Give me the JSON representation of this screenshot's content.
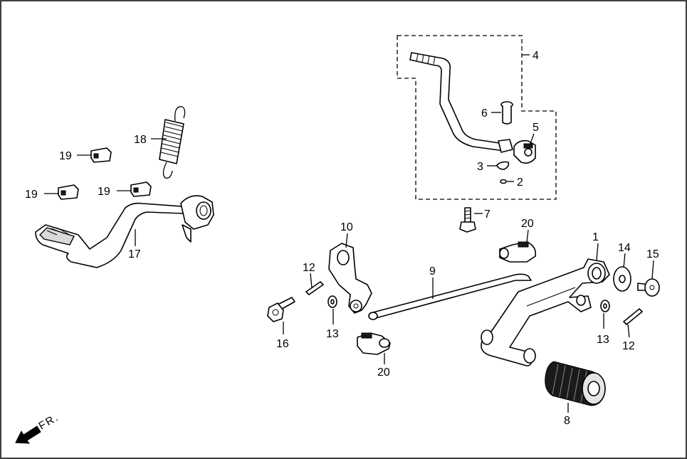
{
  "labels": {
    "l1": "1",
    "l2": "2",
    "l3": "3",
    "l4": "4",
    "l5": "5",
    "l6": "6",
    "l7": "7",
    "l8": "8",
    "l9": "9",
    "l10": "10",
    "l12a": "12",
    "l12b": "12",
    "l13a": "13",
    "l13b": "13",
    "l14": "14",
    "l15": "15",
    "l16": "16",
    "l17": "17",
    "l18": "18",
    "l19a": "19",
    "l19b": "19",
    "l19c": "19",
    "l20a": "20",
    "l20b": "20"
  },
  "direction": {
    "text": "FR."
  }
}
